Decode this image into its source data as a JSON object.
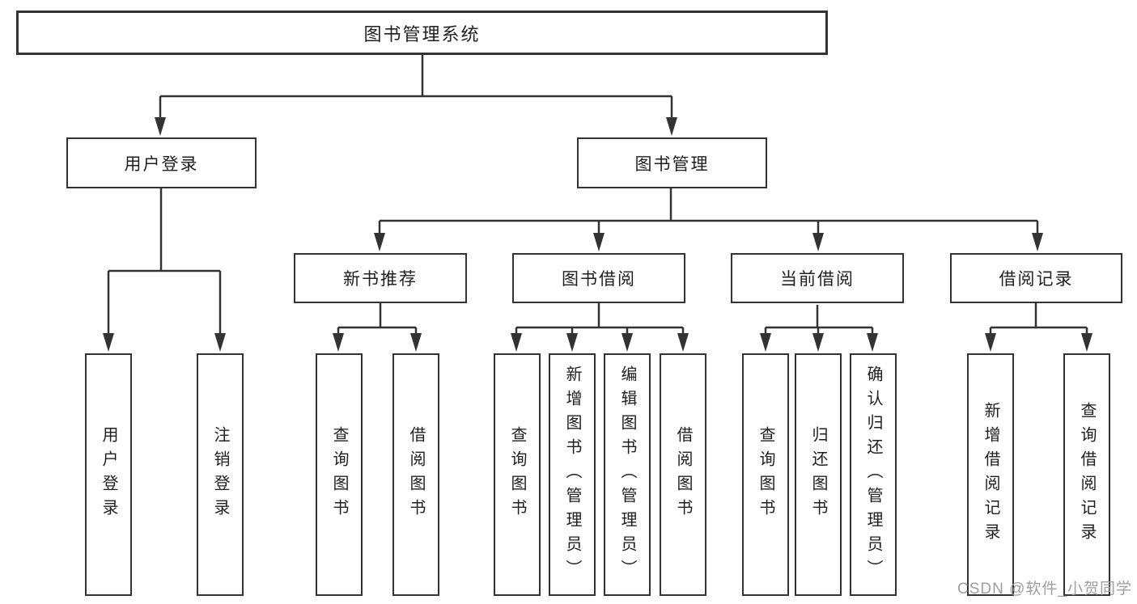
{
  "diagram_title": "图书管理系统",
  "nodes": {
    "root": {
      "label": "图书管理系统"
    },
    "level2": [
      {
        "label": "用户登录"
      },
      {
        "label": "图书管理"
      }
    ],
    "level3": [
      {
        "label": "新书推荐",
        "parent": "图书管理"
      },
      {
        "label": "图书借阅",
        "parent": "图书管理"
      },
      {
        "label": "当前借阅",
        "parent": "图书管理"
      },
      {
        "label": "借阅记录",
        "parent": "图书管理"
      }
    ],
    "leaves": [
      {
        "label": "用户登录",
        "parent": "用户登录"
      },
      {
        "label": "注销登录",
        "parent": "用户登录"
      },
      {
        "label": "查询图书",
        "parent": "新书推荐"
      },
      {
        "label": "借阅图书",
        "parent": "新书推荐"
      },
      {
        "label": "查询图书",
        "parent": "图书借阅"
      },
      {
        "label": "新增图书（管理员）",
        "parent": "图书借阅"
      },
      {
        "label": "编辑图书（管理员）",
        "parent": "图书借阅"
      },
      {
        "label": "借阅图书",
        "parent": "图书借阅"
      },
      {
        "label": "查询图书",
        "parent": "当前借阅"
      },
      {
        "label": "归还图书",
        "parent": "当前借阅"
      },
      {
        "label": "确认归还（管理员）",
        "parent": "当前借阅"
      },
      {
        "label": "新增借阅记录",
        "parent": "借阅记录"
      },
      {
        "label": "查询借阅记录",
        "parent": "借阅记录"
      }
    ]
  },
  "watermark": {
    "text": "CSDN @软件_小贺同学"
  },
  "colors": {
    "line": "#333333",
    "text": "#1f1f1f",
    "box_background": "#ffffff",
    "watermark": "#9e9e9e",
    "background": "#ffffff"
  }
}
